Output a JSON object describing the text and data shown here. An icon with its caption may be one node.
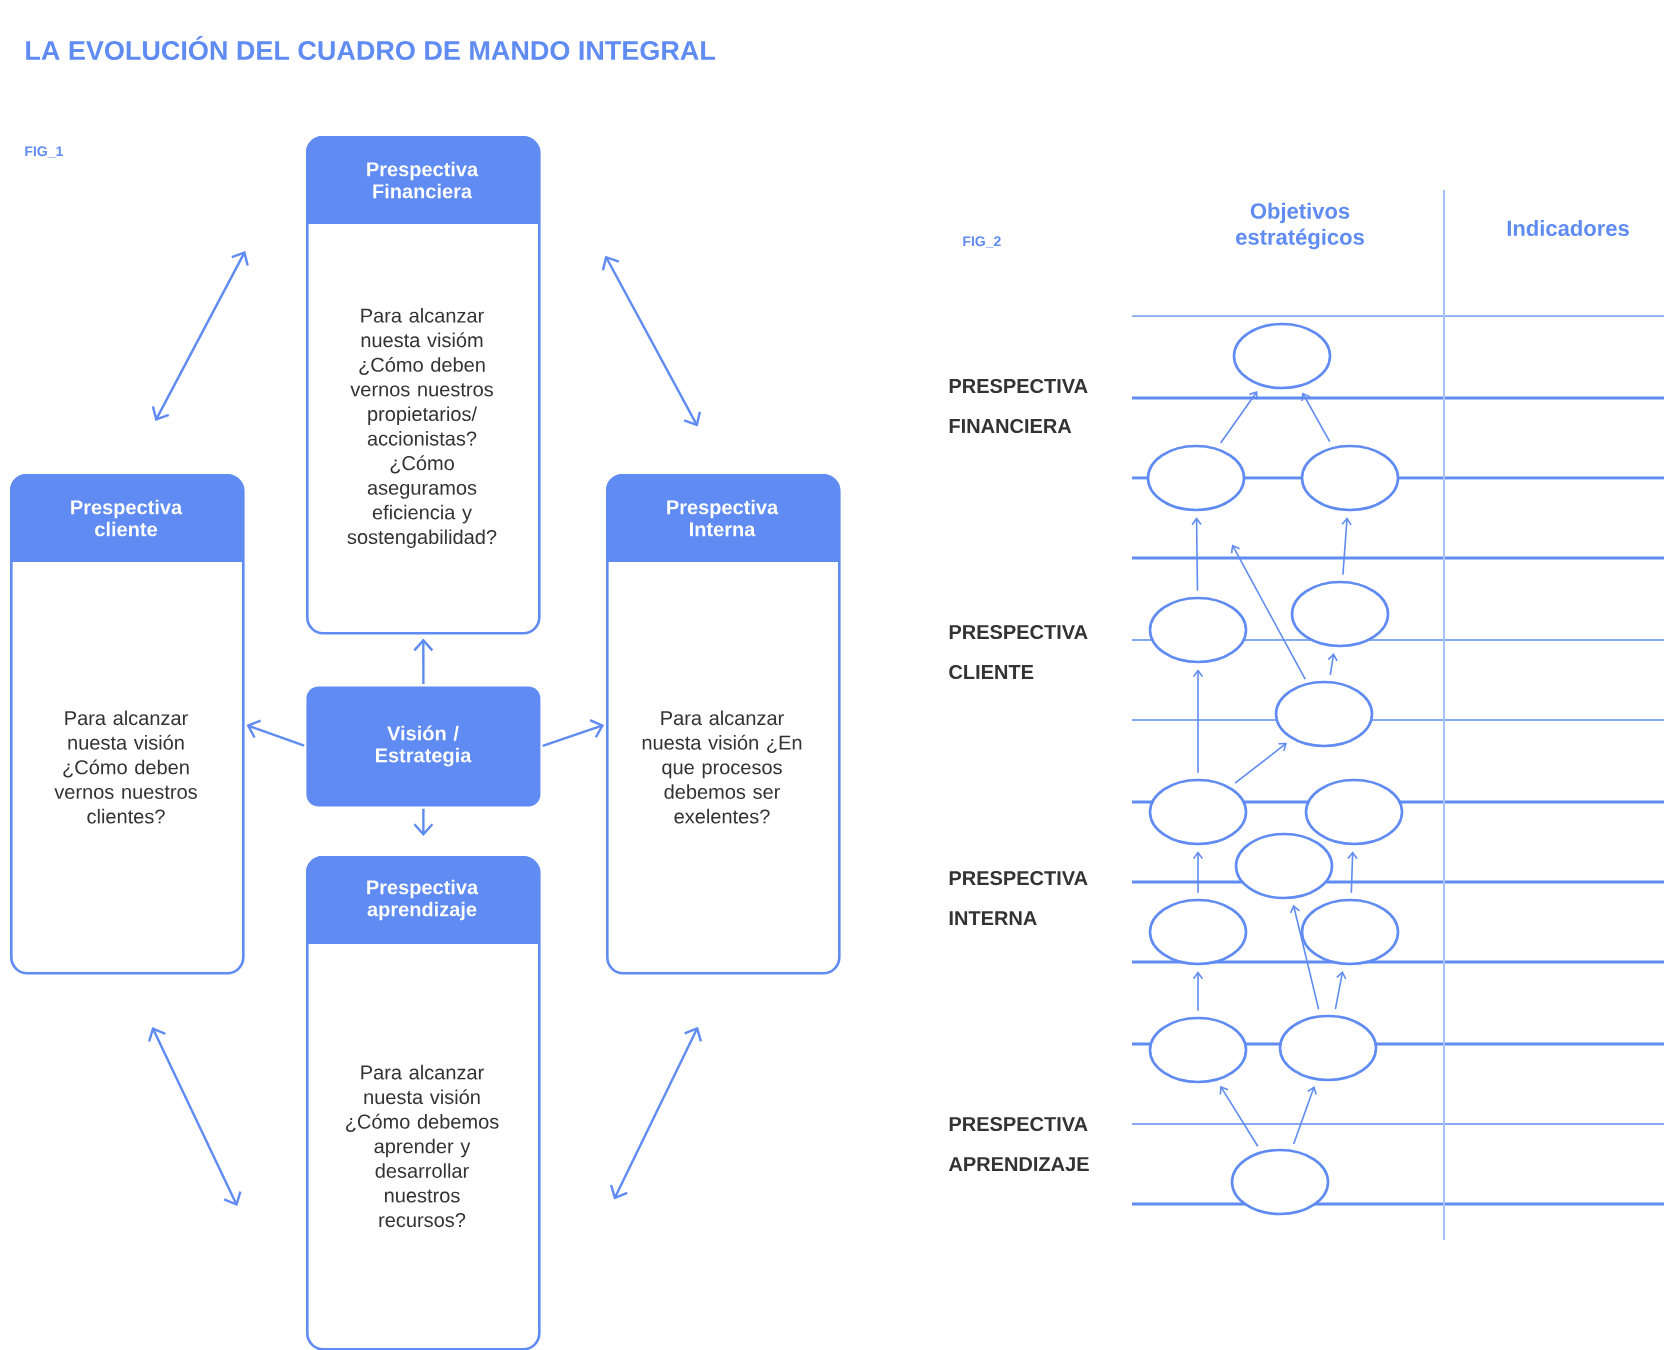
{
  "diagram": {
    "title": "LA EVOLUCIÓN DEL CUADRO DE MANDO INTEGRAL",
    "nodes": [
      {
        "text": [
          "Prespectiva Financiera",
          "Para alcanzar nuesta visióm ¿Cómo deben vernos nuestros propietarios/ accionistas? ¿Cómo aseguramos eficiencia y sostengabilidad?"
        ]
      },
      {
        "text": [
          "Prespectiva cliente",
          "Para alcanzar nuesta visión ¿Cómo deben vernos nuestros clientes?"
        ]
      },
      {
        "text": [
          "Visión / Estrategia"
        ]
      },
      {
        "text": [
          "Prespectiva Interna",
          "Para alcanzar nuesta visión ¿En que procesos debemos ser exelentes?"
        ]
      },
      {
        "text": [
          "Prespectiva aprendizaje",
          "Para alcanzar nuesta visión ¿Cómo debemos aprender y desarrollar nuestros recursos?"
        ]
      },
      {
        "text": [],
        "shape": "ellipse"
      },
      {
        "text": [],
        "shape": "ellipse"
      },
      {
        "text": [],
        "shape": "ellipse"
      },
      {
        "text": [],
        "shape": "ellipse"
      },
      {
        "text": [],
        "shape": "ellipse"
      },
      {
        "text": [],
        "shape": "ellipse"
      },
      {
        "text": [],
        "shape": "ellipse"
      },
      {
        "text": [],
        "shape": "ellipse"
      },
      {
        "text": [],
        "shape": "ellipse"
      },
      {
        "text": [],
        "shape": "ellipse"
      },
      {
        "text": [],
        "shape": "ellipse"
      },
      {
        "text": [],
        "shape": "ellipse"
      },
      {
        "text": [],
        "shape": "ellipse"
      },
      {
        "text": [],
        "shape": "ellipse"
      }
    ],
    "edges": [
      {
        "from": 1,
        "to": 0,
        "arrow": "both"
      },
      {
        "from": 0,
        "to": 3,
        "arrow": "both"
      },
      {
        "from": 1,
        "to": 4,
        "arrow": "both"
      },
      {
        "from": 3,
        "to": 4,
        "arrow": "both"
      },
      {
        "from": 2,
        "to": 0,
        "arrow": "to"
      },
      {
        "from": 2,
        "to": 1,
        "arrow": "to"
      },
      {
        "from": 2,
        "to": 3,
        "arrow": "to"
      },
      {
        "from": 2,
        "to": 4,
        "arrow": "to"
      },
      {
        "from": 6,
        "to": 5,
        "arrow": "to"
      },
      {
        "from": 7,
        "to": 5,
        "arrow": "to"
      },
      {
        "from": 8,
        "to": 6,
        "arrow": "to"
      },
      {
        "from": 10,
        "to": 6,
        "arrow": "to"
      },
      {
        "from": 9,
        "to": 7,
        "arrow": "to"
      },
      {
        "from": 10,
        "to": 9,
        "arrow": "to"
      },
      {
        "from": 11,
        "to": 8,
        "arrow": "to"
      },
      {
        "from": 11,
        "to": 10,
        "arrow": "to"
      },
      {
        "from": 14,
        "to": 11,
        "arrow": "to"
      },
      {
        "from": 15,
        "to": 12,
        "arrow": "to"
      },
      {
        "from": 16,
        "to": 14,
        "arrow": "to"
      },
      {
        "from": 17,
        "to": 15,
        "arrow": "to"
      },
      {
        "from": 17,
        "to": 13,
        "arrow": "to"
      },
      {
        "from": 18,
        "to": 16,
        "arrow": "to"
      },
      {
        "from": 18,
        "to": 17,
        "arrow": "to"
      }
    ],
    "labels": [
      "FIG_1",
      "FIG_2",
      "Objetivos estratégicos",
      "Indicadores",
      "PRESPECTIVA FINANCIERA",
      "PRESPECTIVA CLIENTE",
      "PRESPECTIVA INTERNA",
      "PRESPECTIVA APRENDIZAJE"
    ]
  }
}
